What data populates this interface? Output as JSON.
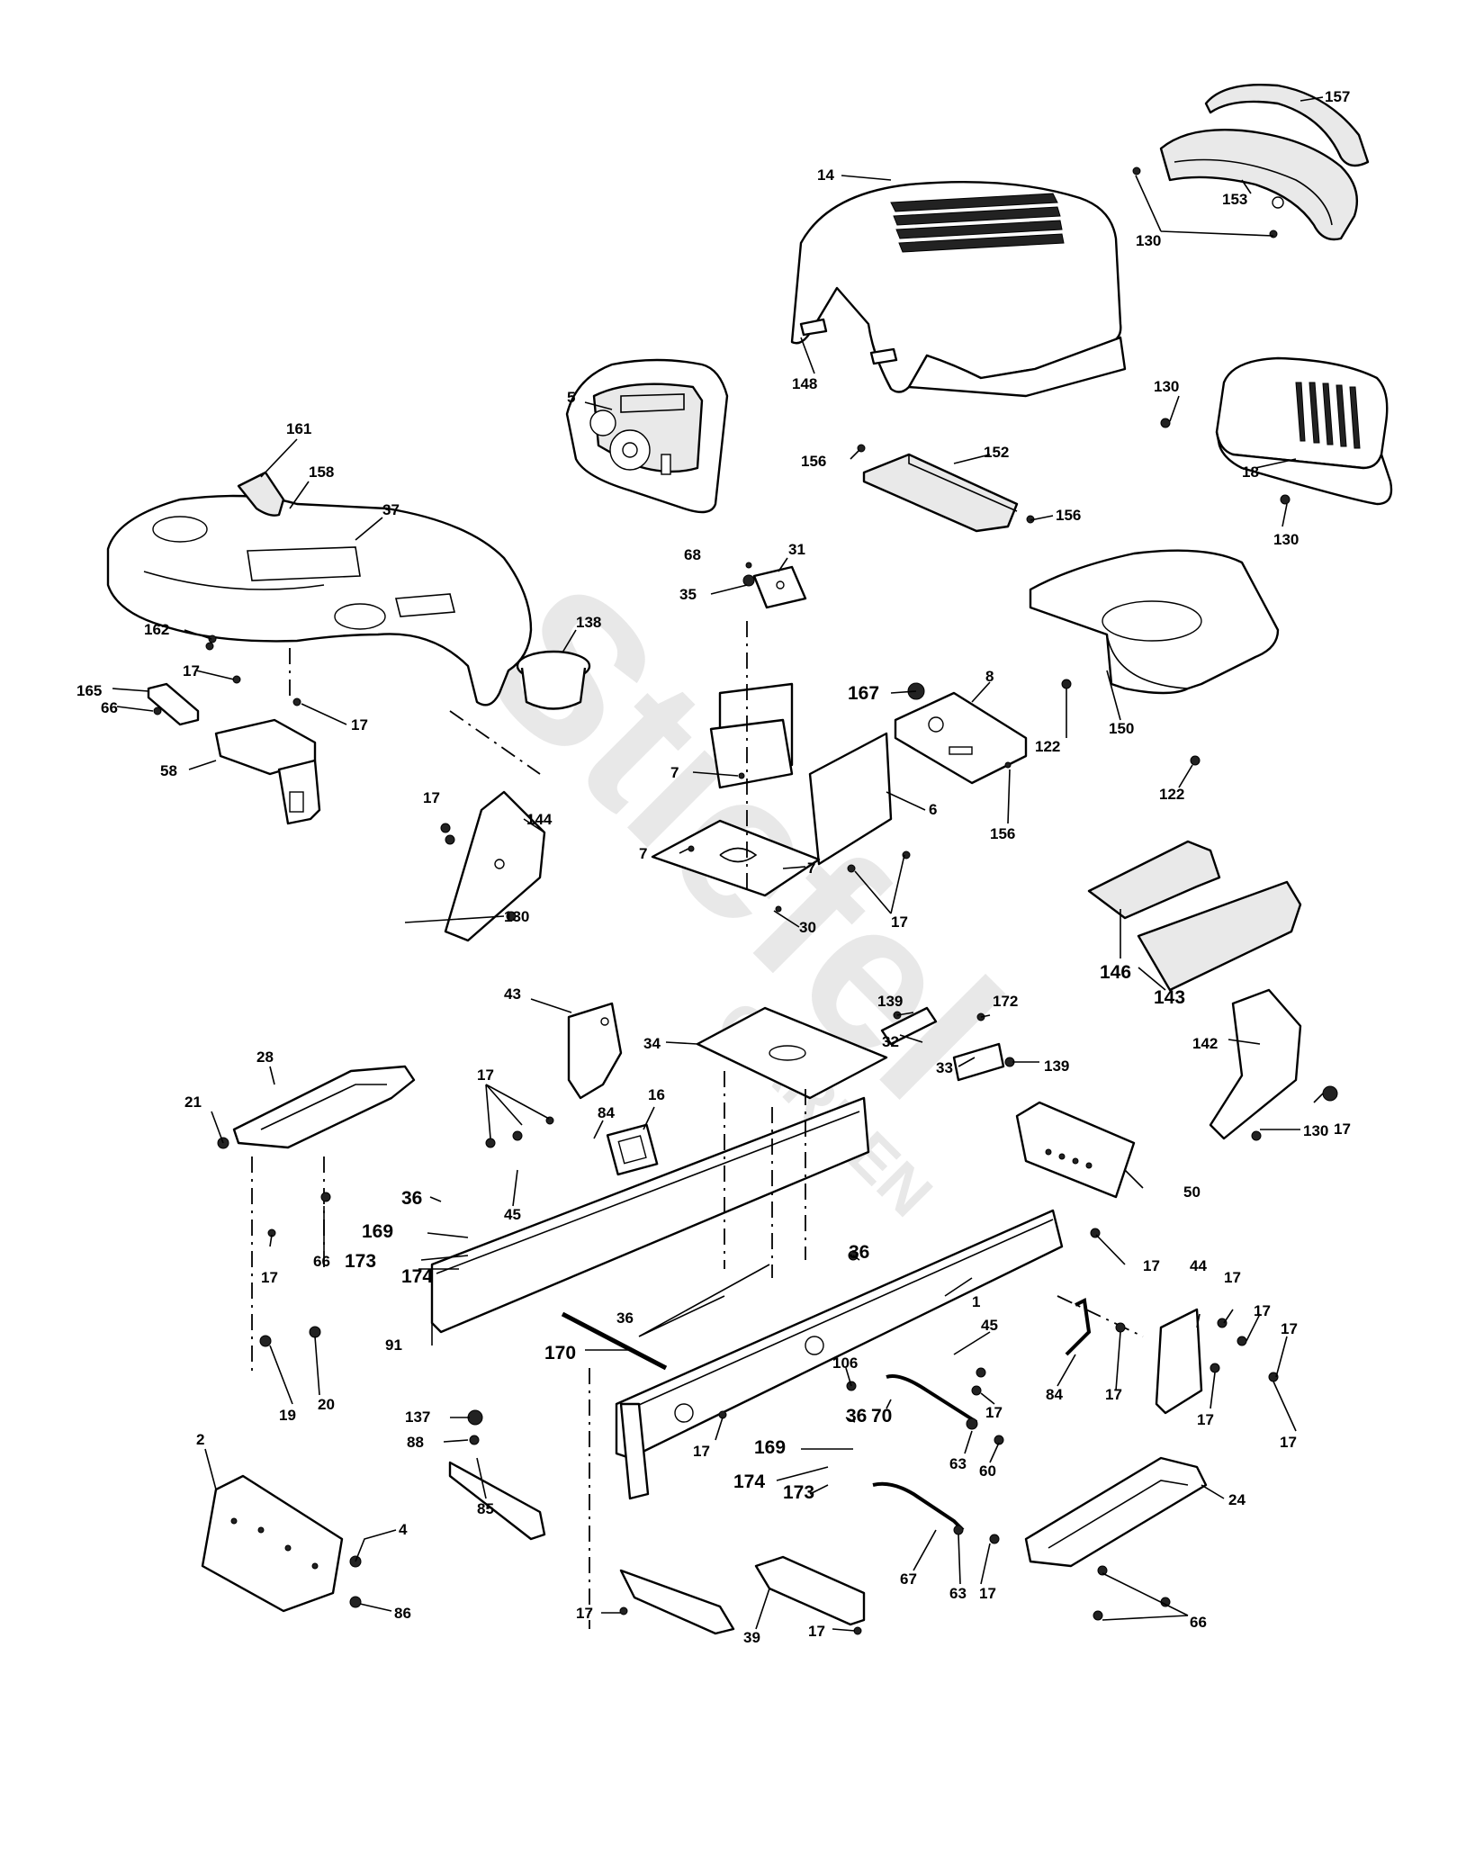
{
  "watermark": {
    "main": "Stiefel",
    "sub": "GARDEN"
  },
  "callouts": {
    "n157": "157",
    "n153": "153",
    "n130a": "130",
    "n14": "14",
    "n148": "148",
    "n130b": "130",
    "n18": "18",
    "n130c": "130",
    "n5": "5",
    "n156a": "156",
    "n152": "152",
    "n156b": "156",
    "n161": "161",
    "n158": "158",
    "n37": "37",
    "n138": "138",
    "n162": "162",
    "n17a": "17",
    "n165": "165",
    "n66a": "66",
    "n17b": "17",
    "n58": "58",
    "n68": "68",
    "n31": "31",
    "n35": "35",
    "n167": "167",
    "n8": "8",
    "n122a": "122",
    "n150": "150",
    "n122b": "122",
    "n7a": "7",
    "n6": "6",
    "n156c": "156",
    "n7b": "7",
    "n17c": "17",
    "n7c": "7",
    "n30": "30",
    "n17d": "17",
    "n144": "144",
    "n130d": "130",
    "n146": "146",
    "n143": "143",
    "n139a": "139",
    "n172": "172",
    "n32": "32",
    "n33": "33",
    "n139b": "139",
    "n43": "43",
    "n34": "34",
    "n142": "142",
    "n17e": "17",
    "n28": "28",
    "n21": "21",
    "n17f": "17",
    "n16": "16",
    "n84a": "84",
    "n45a": "45",
    "n130e": "130",
    "n50": "50",
    "n36a": "36",
    "n169a": "169",
    "n173a": "173",
    "n174a": "174",
    "n66b": "66",
    "n17g": "17",
    "n36b": "36",
    "n17h": "17",
    "n44": "44",
    "n17i": "17",
    "n17j": "17",
    "n17k": "17",
    "n36c": "36",
    "n1": "1",
    "n91": "91",
    "n170": "170",
    "n20": "20",
    "n19": "19",
    "n106": "106",
    "n45b": "45",
    "n84b": "84",
    "n17l": "17",
    "n17m": "17",
    "n17n": "17",
    "n17o": "17",
    "n137": "137",
    "n88": "88",
    "n36d": "36",
    "n70": "70",
    "n17p": "17",
    "n169b": "169",
    "n174b": "174",
    "n173b": "173",
    "n63a": "63",
    "n60": "60",
    "n24": "24",
    "n2": "2",
    "n4": "4",
    "n85": "85",
    "n67": "67",
    "n63b": "63",
    "n17q": "17",
    "n86": "86",
    "n17r": "17",
    "n39": "39",
    "n17s": "17",
    "n66c": "66"
  }
}
